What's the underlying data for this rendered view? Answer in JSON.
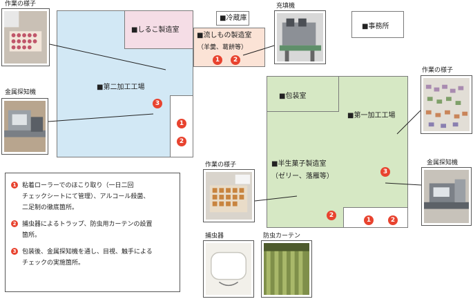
{
  "rooms": {
    "second_factory": "■第二加工工場",
    "shiruko": "■しるこ製造室",
    "nagashi": "■流しもの製造室",
    "nagashi_sub": "（羊羹、葛餅等）",
    "reizo": "■冷蔵庫",
    "jimusho": "■事務所",
    "hoso": "■包装室",
    "first_factory": "■第一加工工場",
    "hannama": "■半生菓子製造室",
    "hannama_sub": "（ゼリー、落雁等）"
  },
  "photos": {
    "sagyo_1": "作業の様子",
    "kinzoku_1": "金属探知機",
    "juten": "充填機",
    "sagyo_2": "作業の様子",
    "kinzoku_2": "金属探知機",
    "sagyo_3": "作業の様子",
    "hochuki": "捕虫器",
    "bochu": "防虫カーテン"
  },
  "markers": {
    "m1": "1",
    "m2": "2",
    "m3": "3"
  },
  "legend": [
    {
      "num": "1",
      "lines": [
        "粘着ローラーでのほこり取り（一日二回",
        "チェックシートにて管理）、アルコール殺菌、",
        "二足制の徹底箇所。"
      ]
    },
    {
      "num": "2",
      "lines": [
        "捕虫器によるトラップ、防虫用カーテンの設置",
        "箇所。"
      ]
    },
    {
      "num": "3",
      "lines": [
        "包装後、金属探知機を通し、目視、触手による",
        "チェックの実施箇所。"
      ]
    }
  ],
  "colors": {
    "marker": "#e8432f",
    "blue_area": "#d2e8f5",
    "green_area": "#d6e8c4",
    "pink_area": "#f5dde6",
    "peach_area": "#fbe3d6"
  }
}
